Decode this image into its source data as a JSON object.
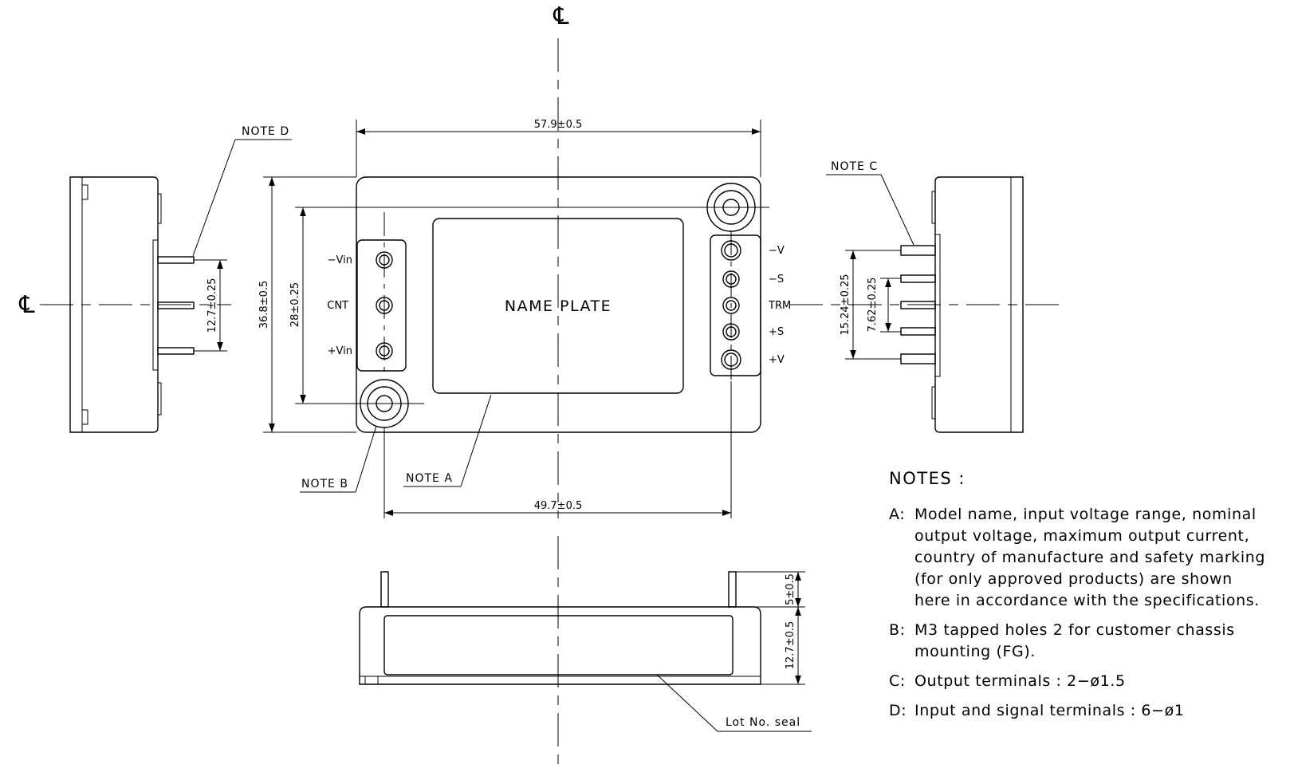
{
  "centerline_symbol": "℄",
  "front_view": {
    "width_dim": "57.9±0.5",
    "height_dim": "36.8±0.5",
    "hole_spacing_v_dim": "28±0.25",
    "hole_spacing_h_dim": "49.7±0.5",
    "name_plate": "NAME PLATE",
    "input_pins": [
      "−Vin",
      "CNT",
      "+Vin"
    ],
    "output_pins": [
      "−V",
      "−S",
      "TRM",
      "+S",
      "+V"
    ]
  },
  "left_view": {
    "pin_pitch_dim": "12.7±0.25"
  },
  "right_view": {
    "outer_pin_pitch_dim": "15.24±0.25",
    "inner_pin_pitch_dim": "7.62±0.25"
  },
  "bottom_view": {
    "pin_length_dim": "5±0.5",
    "body_height_dim": "12.7±0.5",
    "seal_label": "Lot No. seal"
  },
  "callouts": {
    "note_a": "NOTE A",
    "note_b": "NOTE B",
    "note_c": "NOTE C",
    "note_d": "NOTE D"
  },
  "notes": {
    "heading": "NOTES :",
    "items": [
      {
        "letter": "A:",
        "text": "Model name, input voltage range, nominal\noutput voltage, maximum output current,\ncountry of manufacture and safety marking\n(for only approved products) are shown\nhere in accordance with the specifications."
      },
      {
        "letter": "B:",
        "text": "M3 tapped holes 2 for customer chassis\nmounting (FG)."
      },
      {
        "letter": "C:",
        "text": "Output terminals : 2−ø1.5"
      },
      {
        "letter": "D:",
        "text": "Input and signal terminals : 6−ø1"
      }
    ]
  }
}
